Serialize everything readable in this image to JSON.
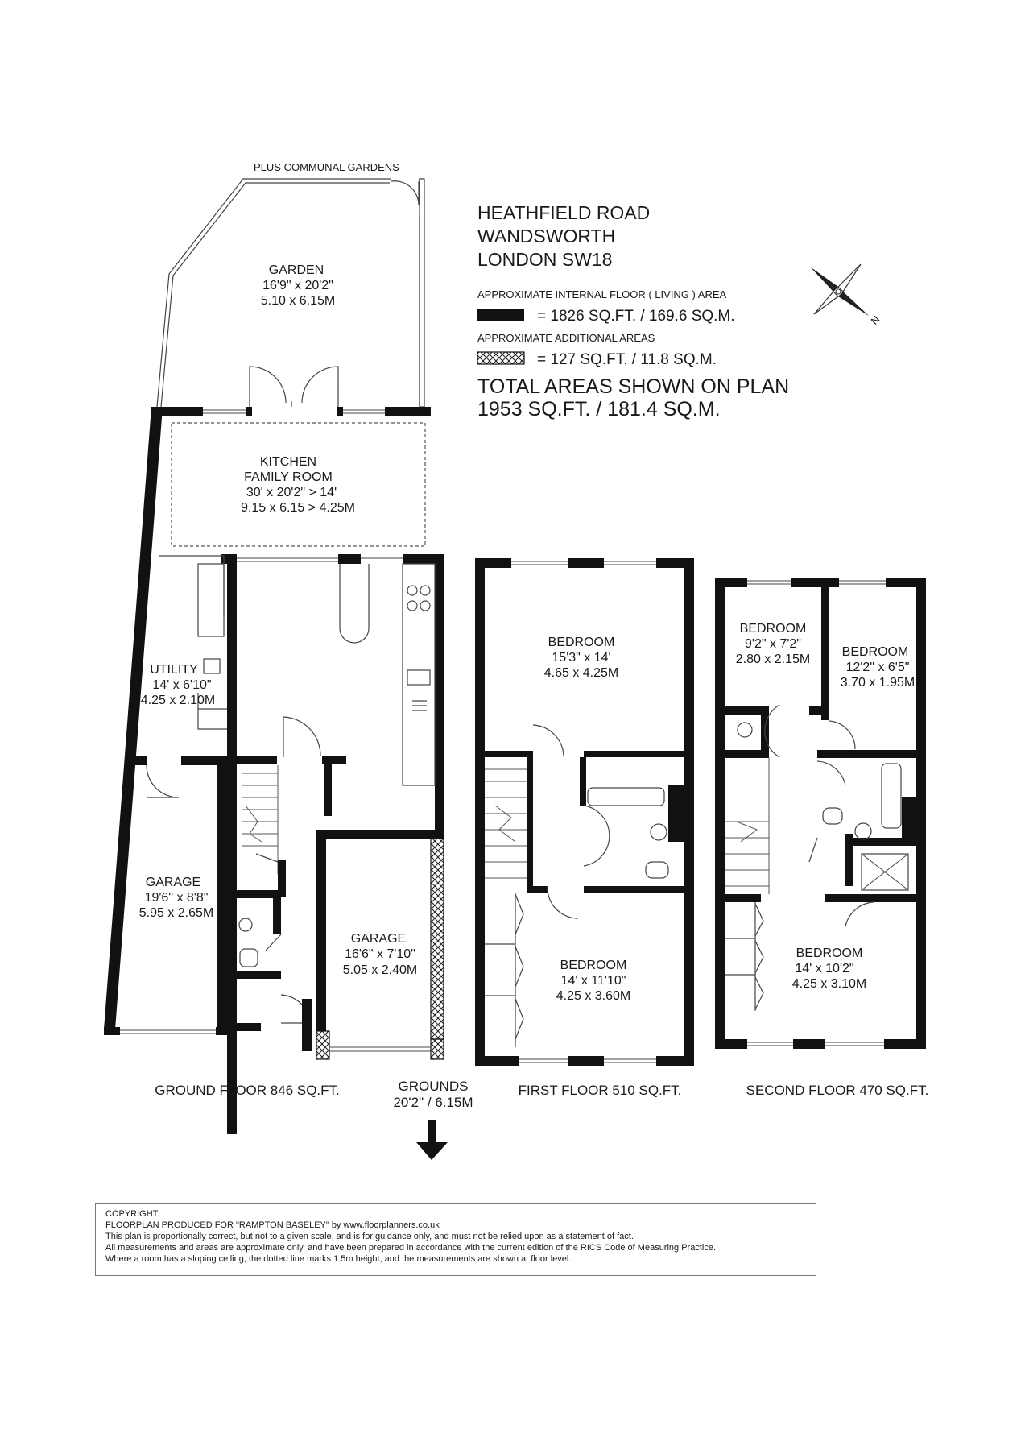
{
  "address": {
    "line1": "HEATHFIELD ROAD",
    "line2": "WANDSWORTH",
    "line3": "LONDON SW18"
  },
  "areas": {
    "internal_label": "APPROXIMATE INTERNAL FLOOR ( LIVING ) AREA",
    "internal_value": "= 1826 SQ.FT. / 169.6 SQ.M.",
    "additional_label": "APPROXIMATE ADDITIONAL AREAS",
    "additional_value": "= 127 SQ.FT. / 11.8 SQ.M.",
    "total_label": "TOTAL AREAS SHOWN ON PLAN",
    "total_value": "1953 SQ.FT. / 181.4 SQ.M."
  },
  "compass": {
    "north_letter": "N"
  },
  "communal": "PLUS COMMUNAL GARDENS",
  "rooms": {
    "garden": {
      "name": "GARDEN",
      "imperial": "16'9\" x 20'2\"",
      "metric": "5.10 x 6.15M"
    },
    "kitchen": {
      "name1": "KITCHEN",
      "name2": "FAMILY ROOM",
      "imperial": "30' x 20'2\" > 14'",
      "metric": "9.15 x 6.15 > 4.25M"
    },
    "utility": {
      "name": "UTILITY",
      "imperial": "14' x 6'10\"",
      "metric": "4.25 x 2.10M"
    },
    "garage1": {
      "name": "GARAGE",
      "imperial": "19'6\" x 8'8\"",
      "metric": "5.95 x 2.65M"
    },
    "garage2": {
      "name": "GARAGE",
      "imperial": "16'6\" x 7'10\"",
      "metric": "5.05 x 2.40M"
    },
    "ff_bed1": {
      "name": "BEDROOM",
      "imperial": "15'3\" x 14'",
      "metric": "4.65 x 4.25M"
    },
    "ff_bed2": {
      "name": "BEDROOM",
      "imperial": "14' x 11'10\"",
      "metric": "4.25 x 3.60M"
    },
    "sf_bed1": {
      "name": "BEDROOM",
      "imperial": "9'2\" x 7'2\"",
      "metric": "2.80 x 2.15M"
    },
    "sf_bed2": {
      "name": "BEDROOM",
      "imperial": "12'2\" x 6'5\"",
      "metric": "3.70 x 1.95M"
    },
    "sf_bed3": {
      "name": "BEDROOM",
      "imperial": "14' x 10'2\"",
      "metric": "4.25 x 3.10M"
    }
  },
  "floors": {
    "ground": "GROUND FLOOR 846 SQ.FT.",
    "first": "FIRST FLOOR 510 SQ.FT.",
    "second": "SECOND FLOOR 470 SQ.FT."
  },
  "grounds": {
    "label": "GROUNDS",
    "value": "20'2\" / 6.15M"
  },
  "copyright": {
    "line1": "COPYRIGHT:",
    "line2": "FLOORPLAN PRODUCED FOR \"RAMPTON BASELEY\" by www.floorplanners.co.uk",
    "line3": "This plan is proportionally correct, but not to a given scale, and is for guidance only, and must not be relied upon as a statement of fact.",
    "line4": "All measurements and areas are approximate only, and have been prepared in accordance with the current edition of the RICS Code of Measuring Practice.",
    "line5": "Where a room has a sloping ceiling, the dotted line marks 1.5m height, and the measurements are shown at floor level."
  }
}
